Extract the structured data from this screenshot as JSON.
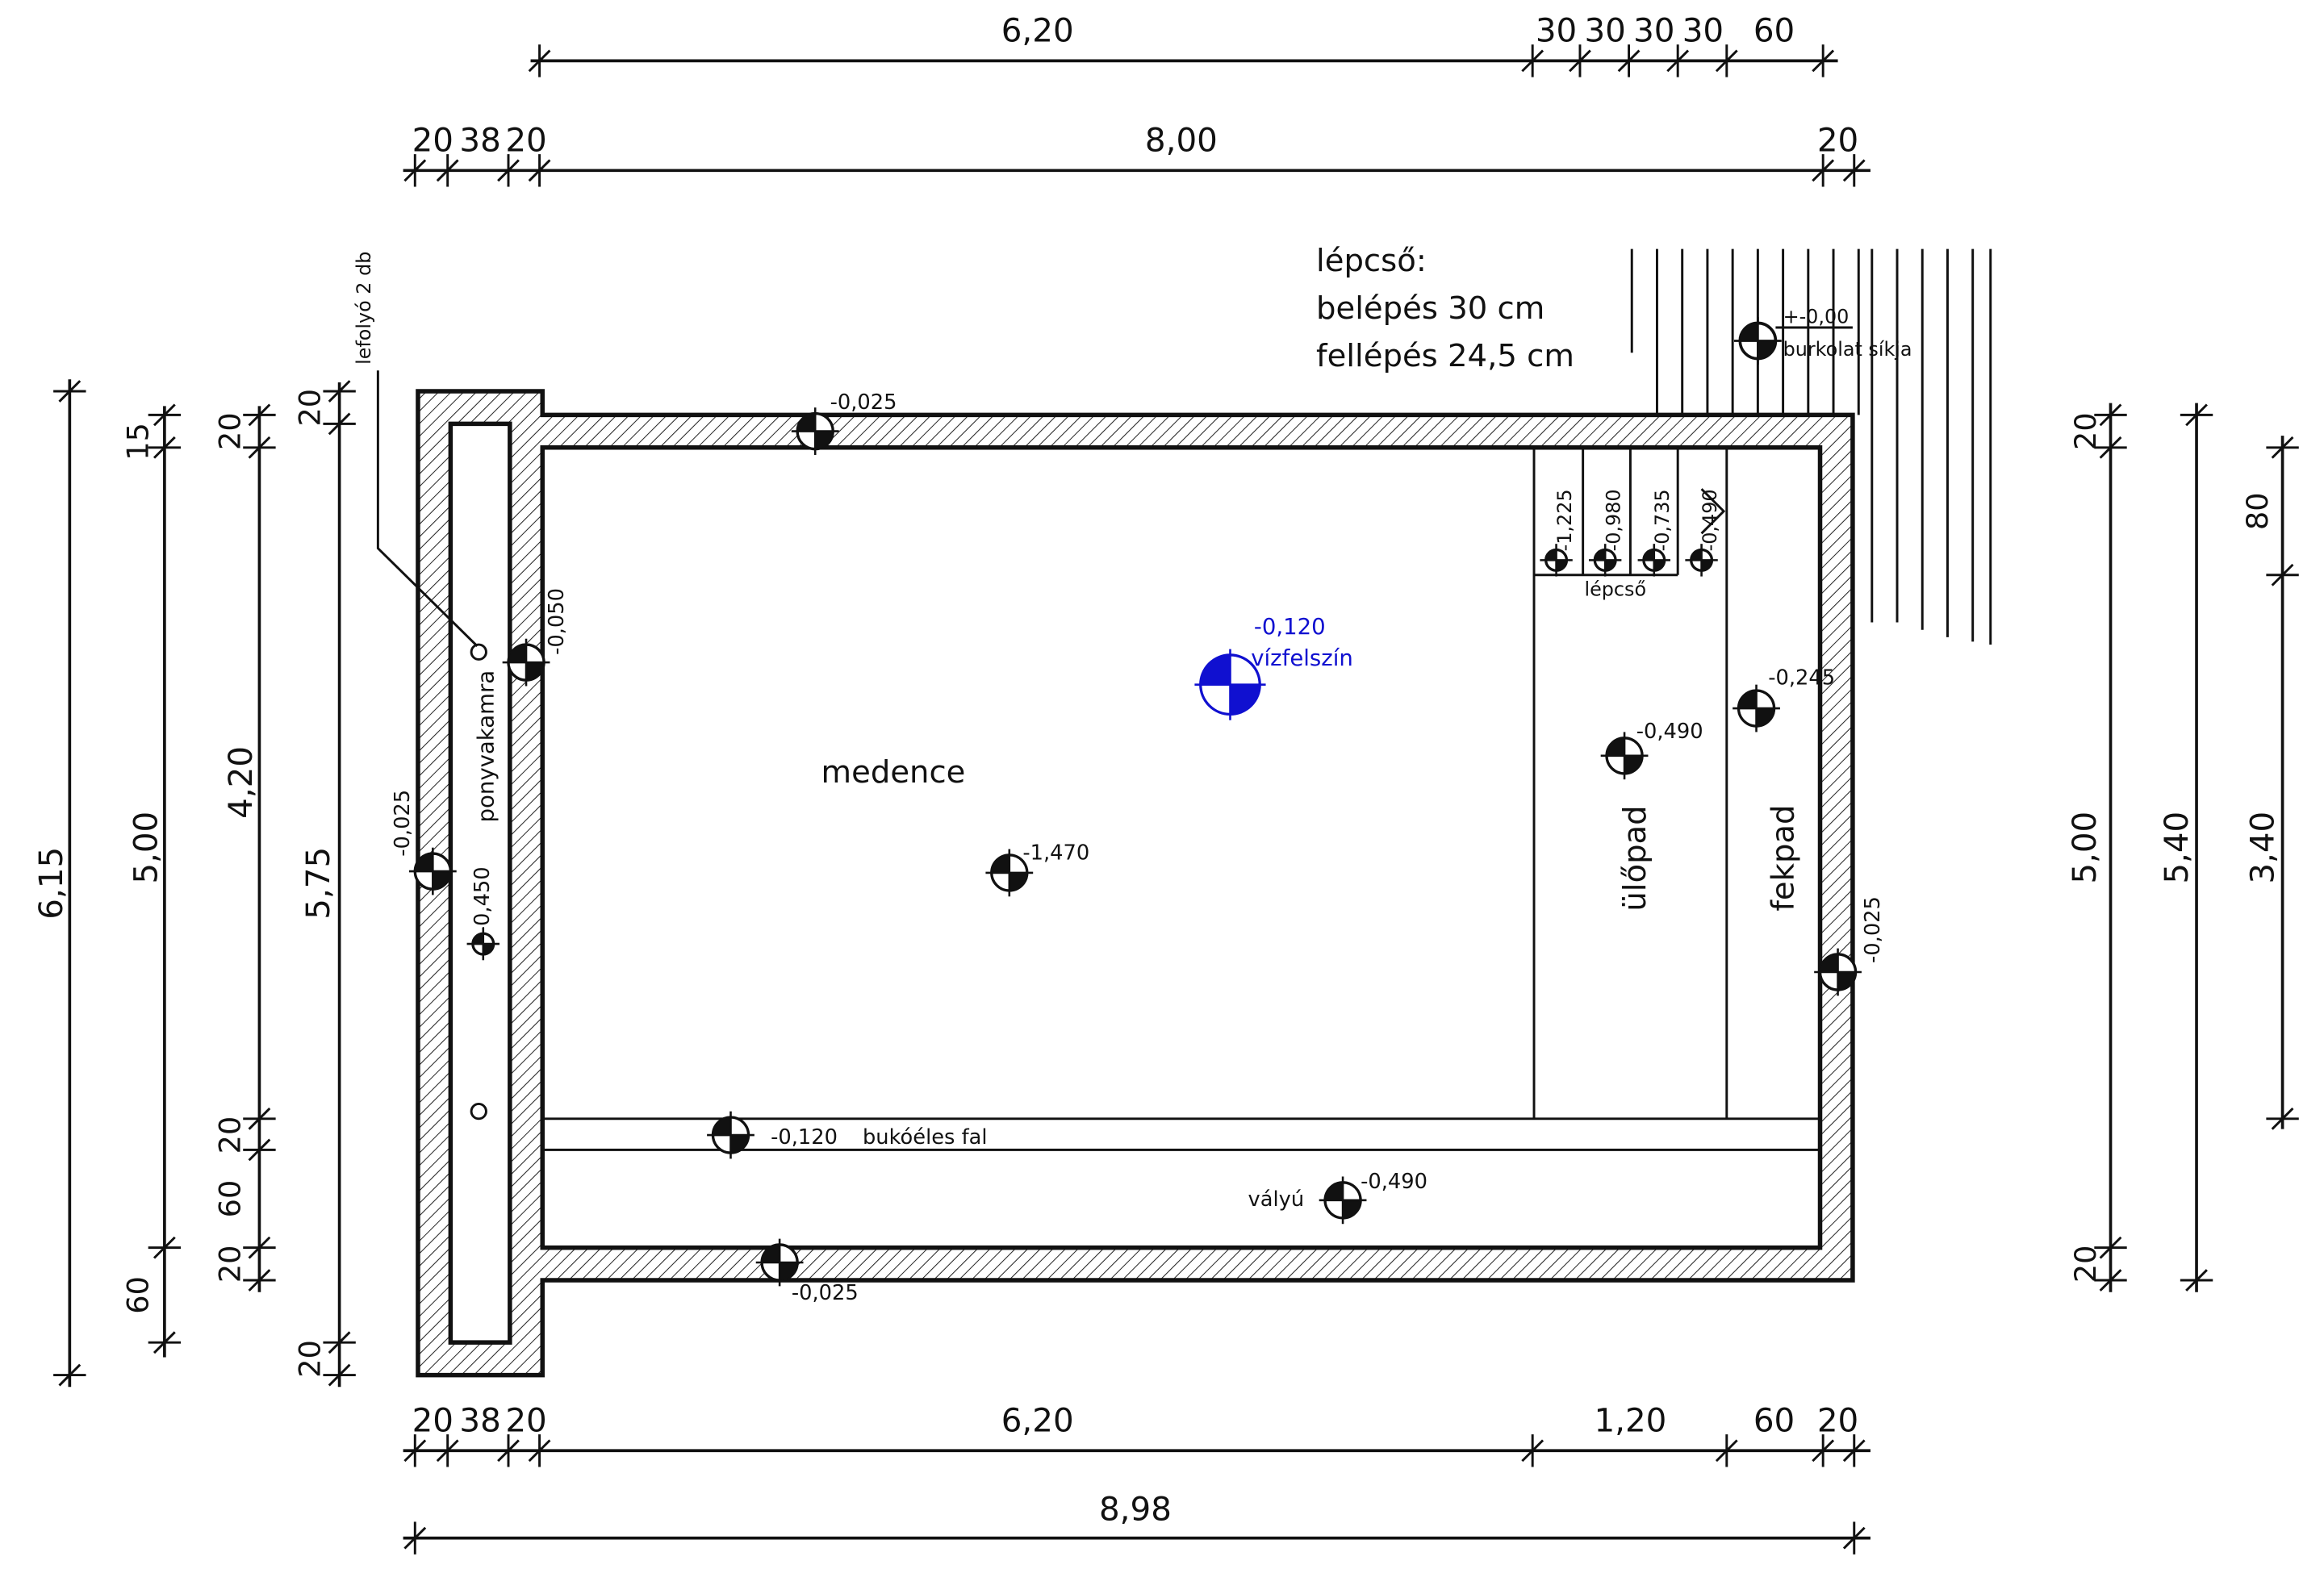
{
  "top_dims_row1": [
    "6,20",
    "30",
    "30",
    "30",
    "30",
    "60"
  ],
  "top_dims_row2": [
    "20",
    "38",
    "20",
    "8,00",
    "20"
  ],
  "bottom_dims_row1": [
    "20",
    "38",
    "20",
    "6,20",
    "1,20",
    "60",
    "20"
  ],
  "bottom_total": "8,98",
  "left_dims": {
    "overall": "6,15",
    "col2": [
      "15",
      "5,00",
      "60"
    ],
    "col3": [
      "20",
      "4,20",
      "20",
      "60",
      "20"
    ],
    "col4": [
      "20",
      "5,75",
      "20"
    ]
  },
  "right_dims": {
    "col1": [
      "20",
      "5,00",
      "20"
    ],
    "col2": "5,40",
    "col3": [
      "80",
      "3,40"
    ]
  },
  "notes": {
    "stair_title": "lépcső:",
    "stair_step_in": "belépés 30 cm",
    "stair_step_up": "fellépés 24,5 cm",
    "overflow_note": "lefolyó 2 db",
    "zero_level": "+-0,00",
    "zero_level_desc": "burkolat síkja"
  },
  "labels": {
    "pool": "medence",
    "tarp_chamber": "ponyvakamra",
    "seat_bench": "ülőpad",
    "lounge_bench": "fekpad",
    "stairs": "lépcső",
    "weir_wall": "bukóéles fal",
    "trough": "vályú",
    "water_surface": "vízfelszín"
  },
  "levels": {
    "top_wall": "-0,025",
    "chamber_wall": "-0,050",
    "left_wall": "-0,025",
    "chamber_floor": "-0,450",
    "pool_floor": "-1,470",
    "water": "-0,120",
    "seat_bench": "-0,490",
    "lounge_bench": "-0,245",
    "right_wall": "-0,025",
    "weir": "-0,120",
    "trough": "-0,490",
    "bottom_wall": "-0,025",
    "stair_steps": [
      "-1,225",
      "-0,980",
      "-0,735",
      "-0,490"
    ]
  },
  "colors": {
    "ink": "#111111",
    "water_marker": "#1010d0"
  }
}
